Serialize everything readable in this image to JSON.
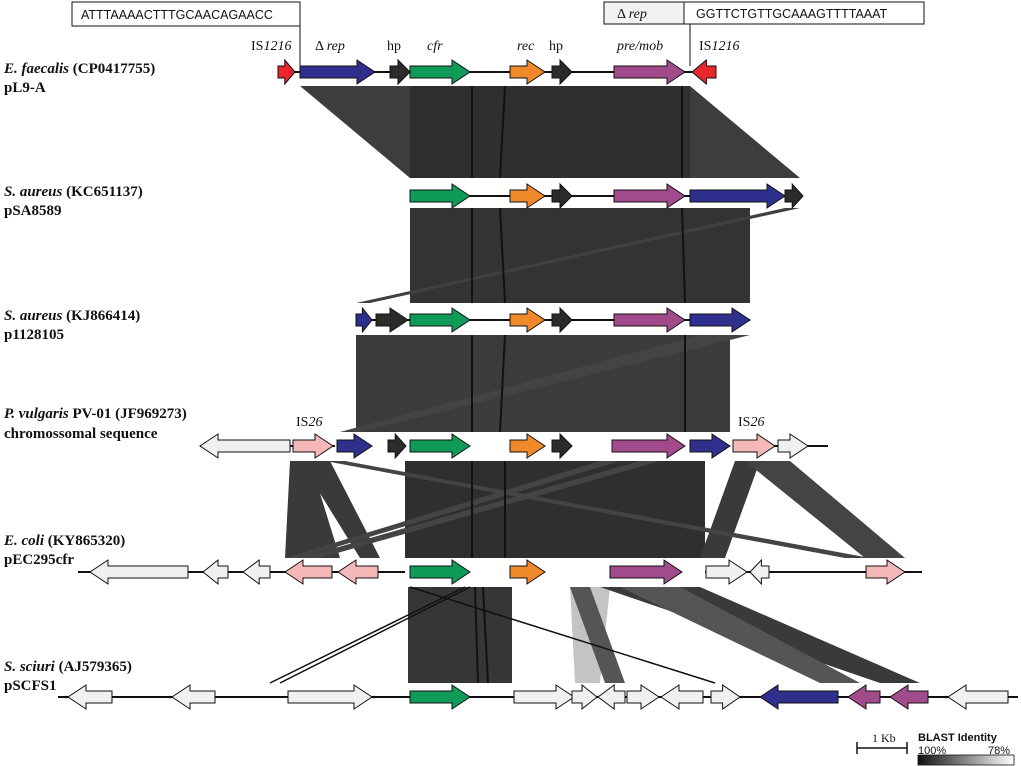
{
  "sequences": {
    "left": "ATTTAAAACTTTGCAACAGAACC",
    "right_label": "Δ rep",
    "right": "GGTTCTGTTGCAAAGTTTTAAAT"
  },
  "gene_labels": {
    "is1216_left_prefix": "IS",
    "is1216_left_num": "1216",
    "delta_rep": "Δ rep",
    "hp1": "hp",
    "cfr": "cfr",
    "rec": "rec",
    "hp2": "hp",
    "pre_mob": "pre/mob",
    "is1216_right_prefix": "IS",
    "is1216_right_num": "1216",
    "is26_left_prefix": "IS",
    "is26_left_num": "26",
    "is26_right_prefix": "IS",
    "is26_right_num": "26"
  },
  "tracks": [
    {
      "organism": "E. faecalis",
      "accession": " (CP0417755)",
      "name": "pL9-A"
    },
    {
      "organism": "S. aureus",
      "accession": " (KC651137)",
      "name": "pSA8589"
    },
    {
      "organism": "S. aureus",
      "accession": " (KJ866414)",
      "name": "p1128105"
    },
    {
      "organism": "P. vulgaris",
      "accession": " PV-01 (JF969273)",
      "name": "chromossomal sequence"
    },
    {
      "organism": "E. coli",
      "accession": " (KY865320)",
      "name": "pEC295cfr"
    },
    {
      "organism": "S. sciuri",
      "accession": " (AJ579365)",
      "name": "pSCFS1"
    }
  ],
  "scale_bar": {
    "label": "1 Kb"
  },
  "legend": {
    "title": "BLAST Identity",
    "max": "100%",
    "min": "78%"
  },
  "colors": {
    "is1216": "#e8262c",
    "rep": "#2f2f8e",
    "hp": "#2b2b2b",
    "cfr": "#0f9b57",
    "rec": "#f0892a",
    "pre_mob": "#a24b8c",
    "is26": "#f4b8b8",
    "other": "#f0f0f0",
    "homology_dark": "#3a3a3a",
    "homology_light": "#c0c0c0"
  }
}
